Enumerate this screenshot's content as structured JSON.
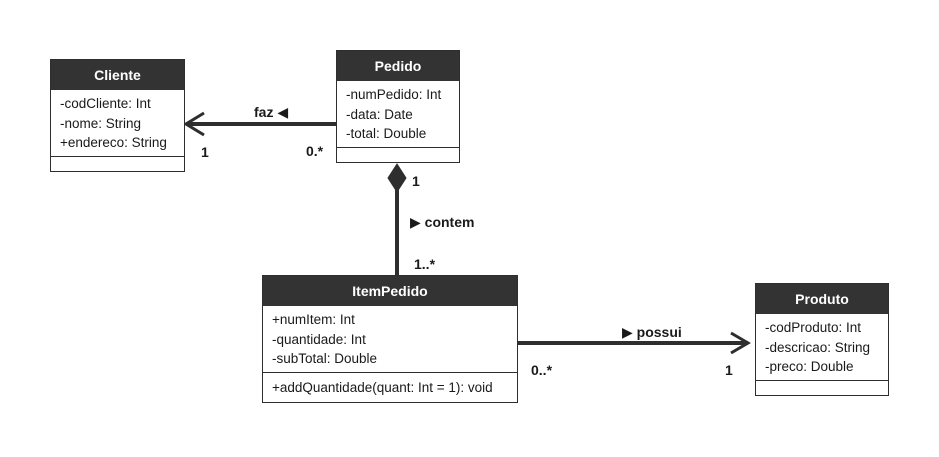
{
  "classes": {
    "cliente": {
      "name": "Cliente",
      "attributes": [
        "-codCliente: Int",
        "-nome: String",
        "+endereco: String"
      ],
      "methods": []
    },
    "pedido": {
      "name": "Pedido",
      "attributes": [
        "-numPedido: Int",
        "-data: Date",
        "-total: Double"
      ],
      "methods": []
    },
    "itempedido": {
      "name": "ItemPedido",
      "attributes": [
        "+numItem: Int",
        "-quantidade: Int",
        "-subTotal: Double"
      ],
      "methods": [
        "+addQuantidade(quant: Int = 1): void"
      ]
    },
    "produto": {
      "name": "Produto",
      "attributes": [
        "-codProduto: Int",
        "-descricao: String",
        "-preco: Double"
      ],
      "methods": []
    }
  },
  "associations": {
    "faz": {
      "label": "faz",
      "direction_glyph": "◀",
      "mult_cliente": "1",
      "mult_pedido": "0.*"
    },
    "contem": {
      "label": "contem",
      "direction_glyph": "▶",
      "kind": "composition",
      "mult_pedido": "1",
      "mult_itempedido": "1..*"
    },
    "possui": {
      "label": "possui",
      "direction_glyph": "▶",
      "mult_itempedido": "0..*",
      "mult_produto": "1"
    }
  },
  "colors": {
    "header_bg": "#333333",
    "header_text": "#ffffff",
    "line": "#2e2e2e"
  }
}
